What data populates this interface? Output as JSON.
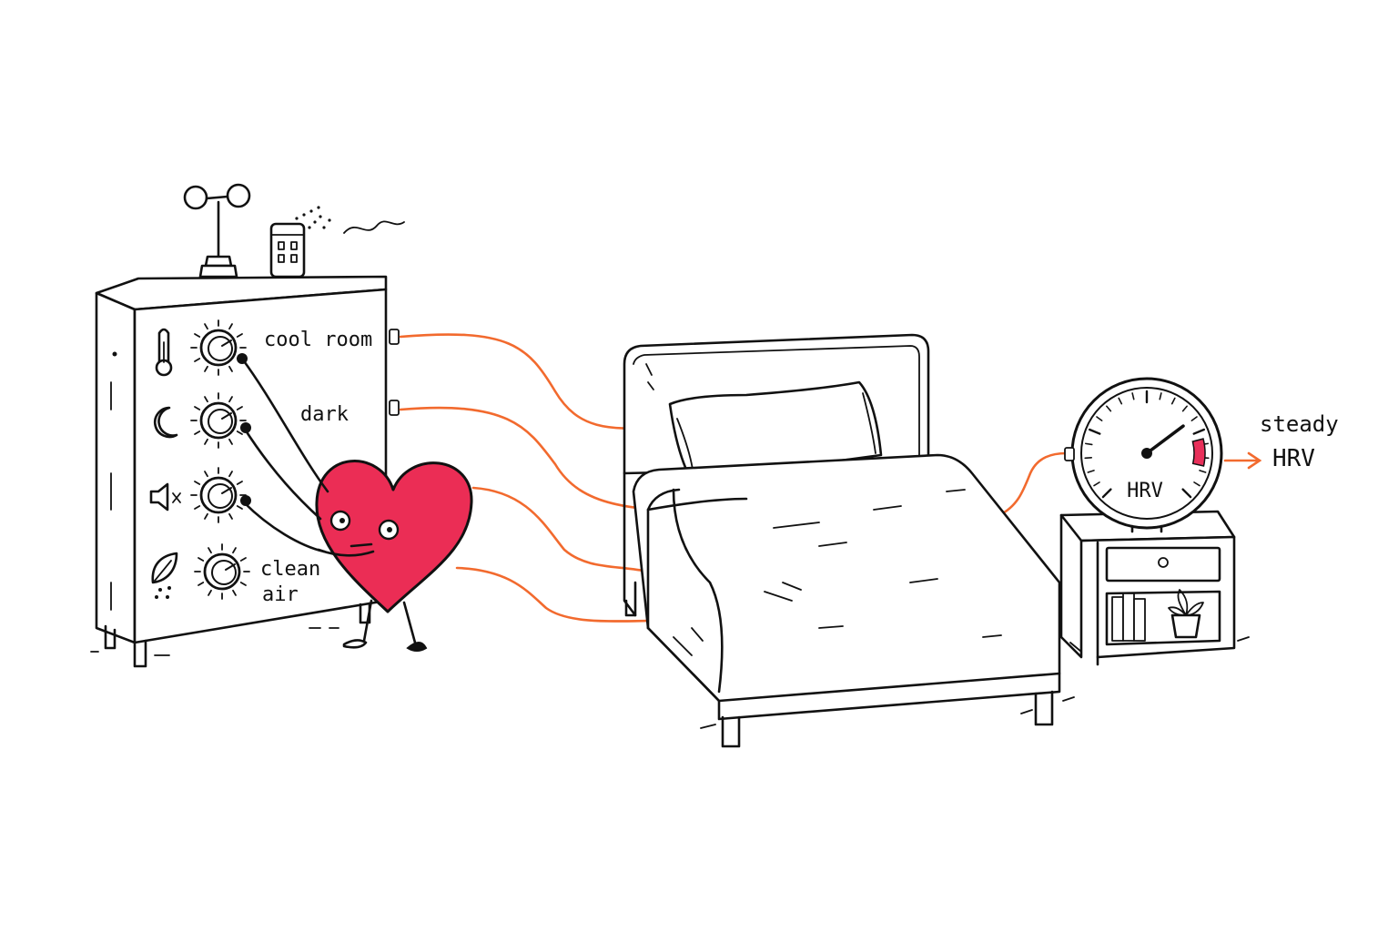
{
  "labels": {
    "cool_room": "cool room",
    "dark": "dark",
    "clean_air_line1": "clean",
    "clean_air_line2": "air",
    "gauge": "HRV",
    "result_line1": "steady",
    "result_line2": "HRV"
  },
  "controls": [
    {
      "name": "temperature",
      "icon": "thermometer-icon"
    },
    {
      "name": "darkness",
      "icon": "moon-icon"
    },
    {
      "name": "quiet",
      "icon": "speaker-muted-icon"
    },
    {
      "name": "air",
      "icon": "leaf-icon"
    }
  ],
  "gauge_level": 0.85,
  "colors": {
    "ink": "#111111",
    "heart": "#EB2D55",
    "wire": "#F26A2E",
    "gauge_zone": "#E8305A",
    "paper": "#FFFFFF"
  }
}
